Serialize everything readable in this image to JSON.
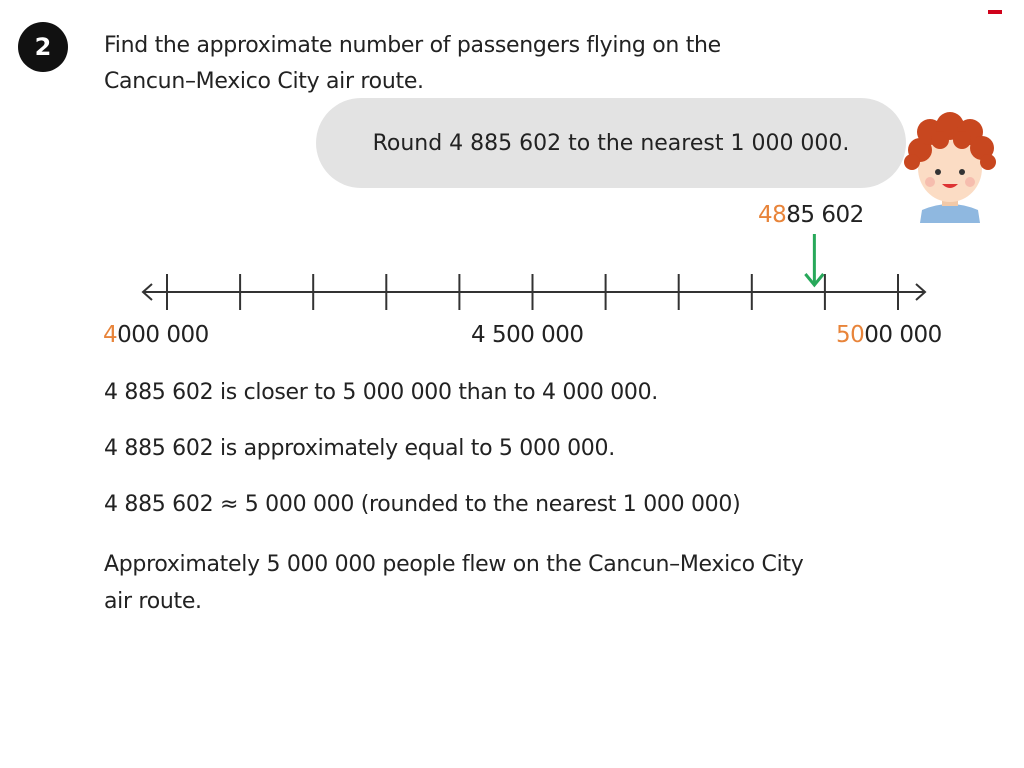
{
  "question": {
    "number": "2",
    "text_line1": "Find the approximate number of passengers flying on the",
    "text_line2": "Cancun–Mexico City air route."
  },
  "speech_bubble": {
    "text": "Round 4 885 602 to the nearest 1 000 000."
  },
  "number_line": {
    "marker": {
      "highlight": "48",
      "rest": "85 602",
      "value": 4885602
    },
    "left_label": {
      "highlight": "4",
      "rest": "000 000"
    },
    "mid_label": "4 500 000",
    "right_label": {
      "highlight": "50",
      "rest": "00 000"
    },
    "min": 4000000,
    "max": 5000000,
    "step": 100000
  },
  "statements": [
    "4 885 602 is closer to 5 000 000 than to 4 000 000.",
    "4 885 602 is approximately equal to 5 000 000.",
    "4 885 602 ≈ 5 000 000 (rounded to the nearest 1 000 000)"
  ],
  "conclusion": {
    "line1": "Approximately 5 000 000 people flew on the Cancun–Mexico City",
    "line2": "air route."
  },
  "colors": {
    "highlight": "#e8843a",
    "arrow": "#27a85a",
    "bubble": "#e3e3e3"
  }
}
